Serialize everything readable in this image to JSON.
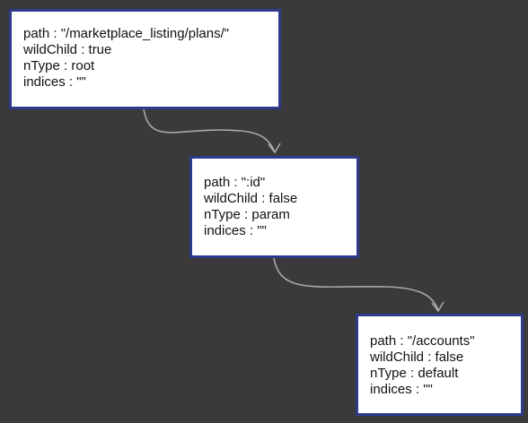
{
  "nodes": [
    {
      "path": "path : \"/marketplace_listing/plans/\"",
      "wildChild": "wildChild : true",
      "nType": "nType : root",
      "indices": "indices : \"\""
    },
    {
      "path": "path : \":id\"",
      "wildChild": "wildChild : false",
      "nType": "nType : param",
      "indices": "indices : \"\""
    },
    {
      "path": "path : \"/accounts\"",
      "wildChild": "wildChild : false",
      "nType": "nType : default",
      "indices": "indices : \"\""
    }
  ],
  "colors": {
    "background": "#3a3a3a",
    "node_fill": "#ffffff",
    "node_border": "#2e3b8c",
    "edge": "#a9a9a9"
  }
}
